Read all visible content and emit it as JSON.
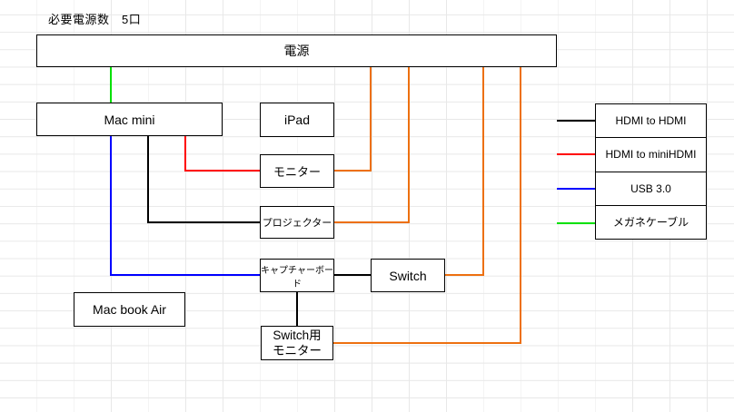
{
  "note": "必要電源数　5口",
  "nodes": {
    "power": {
      "label": "電源"
    },
    "mac_mini": {
      "label": "Mac mini"
    },
    "ipad": {
      "label": "iPad"
    },
    "monitor": {
      "label": "モニター"
    },
    "projector": {
      "label": "プロジェクター"
    },
    "capture_board": {
      "label": "キャプチャーボード"
    },
    "switch": {
      "label": "Switch"
    },
    "macbook_air": {
      "label": "Mac book Air"
    },
    "switch_monitor": {
      "label_line1": "Switch用",
      "label_line2": "モニター"
    }
  },
  "legend": {
    "items": [
      {
        "label": "HDMI to HDMI",
        "color": "#000000"
      },
      {
        "label": "HDMI to miniHDMI",
        "color": "#ff0000"
      },
      {
        "label": "USB 3.0",
        "color": "#0000ff"
      },
      {
        "label": "メガネケーブル",
        "color": "#00e000"
      }
    ]
  },
  "colors": {
    "power_cable": "#ed7010",
    "grid": "#e8e8e8"
  },
  "connections": [
    {
      "from": "電源",
      "to": "Mac mini",
      "type": "メガネケーブル"
    },
    {
      "from": "電源",
      "to": "モニター",
      "type": "power"
    },
    {
      "from": "電源",
      "to": "プロジェクター",
      "type": "power"
    },
    {
      "from": "電源",
      "to": "Switch",
      "type": "power"
    },
    {
      "from": "電源",
      "to": "Switch用モニター",
      "type": "power"
    },
    {
      "from": "Mac mini",
      "to": "モニター",
      "type": "HDMI to miniHDMI"
    },
    {
      "from": "Mac mini",
      "to": "プロジェクター",
      "type": "HDMI to HDMI"
    },
    {
      "from": "Mac mini",
      "to": "キャプチャーボード",
      "type": "USB 3.0"
    },
    {
      "from": "キャプチャーボード",
      "to": "Switch",
      "type": "HDMI to HDMI"
    },
    {
      "from": "キャプチャーボード",
      "to": "Switch用モニター",
      "type": "HDMI to HDMI"
    }
  ]
}
